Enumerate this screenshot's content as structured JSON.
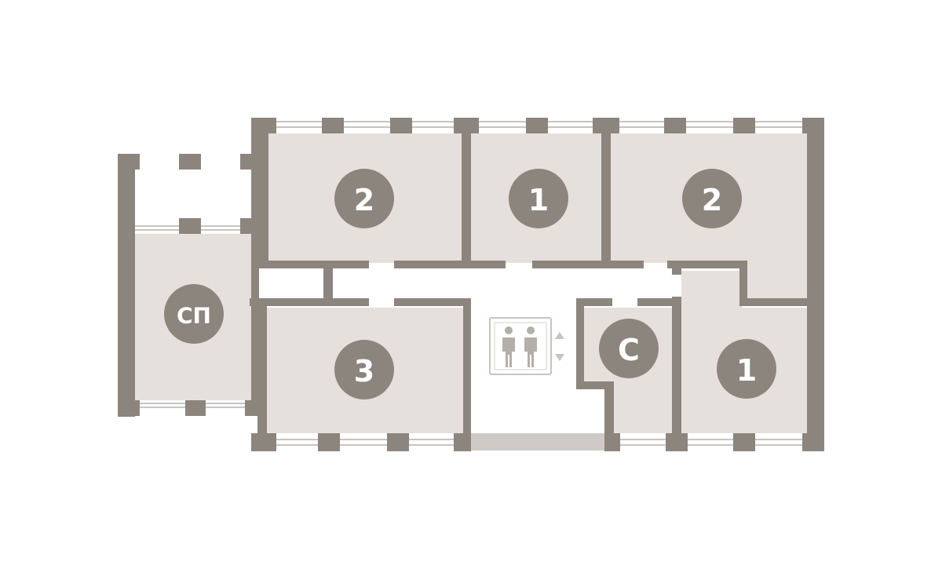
{
  "floor_plan": {
    "units": [
      {
        "id": "unit-top-left",
        "label": "2"
      },
      {
        "id": "unit-top-middle",
        "label": "1"
      },
      {
        "id": "unit-top-right",
        "label": "2"
      },
      {
        "id": "unit-left",
        "label": "СП"
      },
      {
        "id": "unit-bottom-left",
        "label": "3"
      },
      {
        "id": "unit-bottom-center",
        "label": "С"
      },
      {
        "id": "unit-bottom-right",
        "label": "1"
      }
    ],
    "icons": [
      "elevator-icon",
      "up-down-arrows-icon"
    ],
    "colors": {
      "room": "#e5e0dc",
      "wall": "#8c857e",
      "badge": "#8c857e",
      "badge_text": "#ffffff",
      "corridor": "#ffffff",
      "landing": "#cfcac6"
    }
  }
}
